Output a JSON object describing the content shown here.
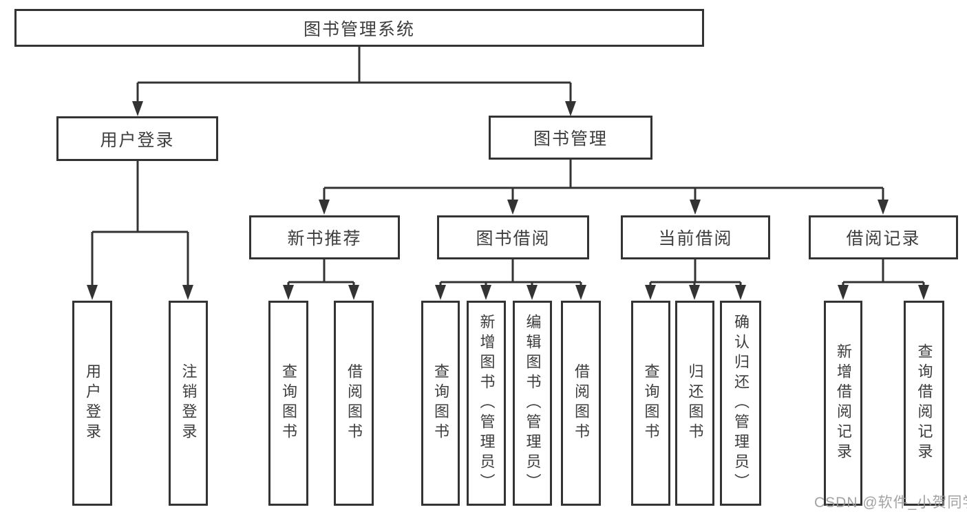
{
  "diagram_title": "图书管理系统",
  "watermark": "CSDN @软件_小贺同学",
  "colors": {
    "line": "#333333",
    "text": "#3d3d3d",
    "watermark": "#989898",
    "background": "#ffffff"
  },
  "nodes": {
    "root": {
      "label": "图书管理系统",
      "children": [
        "user_login",
        "book_mgmt"
      ]
    },
    "user_login": {
      "label": "用户登录",
      "children": [
        "leaf_user_login",
        "leaf_logout"
      ]
    },
    "book_mgmt": {
      "label": "图书管理",
      "children": [
        "new_books",
        "book_borrow",
        "current_borrow",
        "borrow_records"
      ]
    },
    "new_books": {
      "label": "新书推荐",
      "children": [
        "leaf_nb_query",
        "leaf_nb_borrow"
      ]
    },
    "book_borrow": {
      "label": "图书借阅",
      "children": [
        "leaf_bb_query",
        "leaf_bb_add",
        "leaf_bb_edit",
        "leaf_bb_borrow"
      ]
    },
    "current_borrow": {
      "label": "当前借阅",
      "children": [
        "leaf_cb_query",
        "leaf_cb_return",
        "leaf_cb_confirm"
      ]
    },
    "borrow_records": {
      "label": "借阅记录",
      "children": [
        "leaf_br_add",
        "leaf_br_query"
      ]
    },
    "leaf_user_login": {
      "label": "用户登录"
    },
    "leaf_logout": {
      "label": "注销登录"
    },
    "leaf_nb_query": {
      "label": "查询图书"
    },
    "leaf_nb_borrow": {
      "label": "借阅图书"
    },
    "leaf_bb_query": {
      "label": "查询图书"
    },
    "leaf_bb_add": {
      "label": "新增图书（管理员）"
    },
    "leaf_bb_edit": {
      "label": "编辑图书（管理员）"
    },
    "leaf_bb_borrow": {
      "label": "借阅图书"
    },
    "leaf_cb_query": {
      "label": "查询图书"
    },
    "leaf_cb_return": {
      "label": "归还图书"
    },
    "leaf_cb_confirm": {
      "label": "确认归还（管理员）"
    },
    "leaf_br_add": {
      "label": "新增借阅记录"
    },
    "leaf_br_query": {
      "label": "查询借阅记录"
    }
  }
}
